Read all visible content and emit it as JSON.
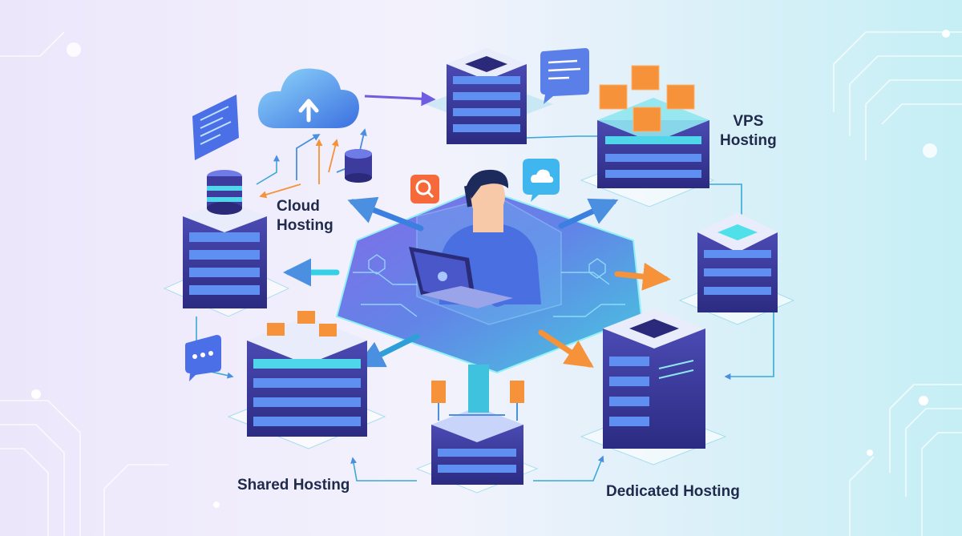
{
  "labels": {
    "cloud": [
      "Cloud",
      "Hosting"
    ],
    "vps": [
      "VPS",
      "Hosting"
    ],
    "shared": "Shared Hosting",
    "dedicated": "Dedicated Hosting"
  },
  "colors": {
    "bg_left": "#e9e4fb",
    "bg_right": "#c9f1f6",
    "server_body": "#3d3b9e",
    "server_top": "#e8ecfb",
    "server_side": "#2b2a7a",
    "cyan": "#33d0e6",
    "orange": "#f5923a",
    "purple": "#6f5ce0",
    "blue": "#4a7be8",
    "label": "#1f2a4d"
  },
  "icons": [
    "cloud-upload-icon",
    "code-window-icon",
    "chat-bubble-icon",
    "search-icon",
    "cloud-chat-icon",
    "database-icon",
    "laptop-icon",
    "user-avatar"
  ]
}
